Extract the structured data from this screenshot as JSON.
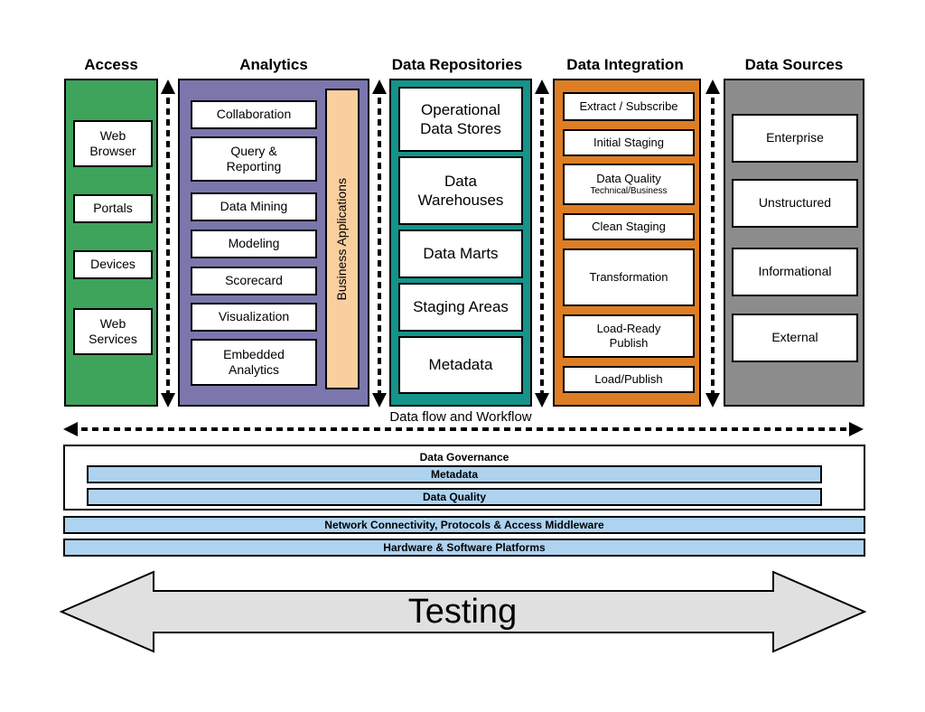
{
  "headers": {
    "access": "Access",
    "analytics": "Analytics",
    "repositories": "Data Repositories",
    "integration": "Data Integration",
    "sources": "Data Sources"
  },
  "colors": {
    "access": "#3ea35b",
    "analytics": "#7b77ad",
    "repositories": "#14948a",
    "integration": "#dd7e24",
    "sources": "#8c8c8c",
    "business_apps": "#f9cfa0",
    "band": "#aed3f0",
    "testing_arrow": "#e0e0e0"
  },
  "access": {
    "items": [
      "Web\nBrowser",
      "Portals",
      "Devices",
      "Web\nServices"
    ]
  },
  "analytics": {
    "items": [
      "Collaboration",
      "Query &\nReporting",
      "Data Mining",
      "Modeling",
      "Scorecard",
      "Visualization",
      "Embedded\nAnalytics"
    ],
    "business_apps": "Business Applications"
  },
  "repositories": {
    "items": [
      "Operational\nData Stores",
      "Data\nWarehouses",
      "Data Marts",
      "Staging Areas",
      "Metadata"
    ]
  },
  "integration": {
    "items": [
      "Extract / Subscribe",
      "Initial Staging",
      "Data Quality",
      "Clean Staging",
      "Transformation",
      "Load-Ready\nPublish",
      "Load/Publish"
    ],
    "data_quality_sub": "Technical/Business"
  },
  "sources": {
    "items": [
      "Enterprise",
      "Unstructured",
      "Informational",
      "External"
    ]
  },
  "flow_label": "Data flow and Workflow",
  "governance": {
    "title": "Data Governance",
    "metadata": "Metadata",
    "data_quality": "Data Quality"
  },
  "network": "Network Connectivity, Protocols & Access Middleware",
  "platforms": "Hardware & Software Platforms",
  "testing": "Testing"
}
